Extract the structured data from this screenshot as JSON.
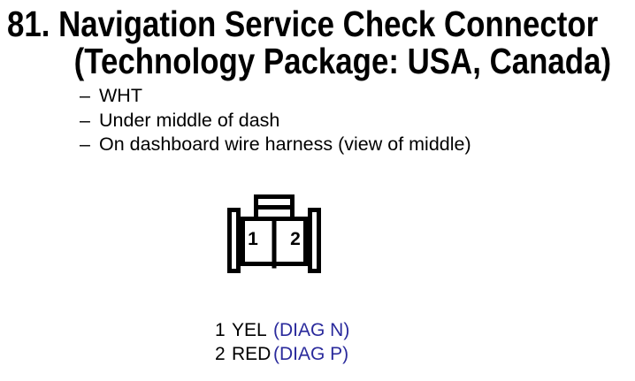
{
  "page": {
    "background": "#ffffff",
    "text_color": "#000000",
    "accent_blue": "#2a2a9c"
  },
  "title": {
    "line1": "81. Navigation Service Check Connector",
    "line2": "(Technology Package: USA, Canada)"
  },
  "details": {
    "bullet": "–",
    "items": [
      "WHT",
      "Under middle of dash",
      "On dashboard wire harness (view of middle)"
    ]
  },
  "connector_figure": {
    "description": "2-cavity connector, front view with top lock tab",
    "cavities": [
      "1",
      "2"
    ]
  },
  "pinout": [
    {
      "pin": "1",
      "wire_color": "YEL",
      "signal": "(DIAG N)"
    },
    {
      "pin": "2",
      "wire_color": "RED",
      "signal": "(DIAG P)"
    }
  ]
}
